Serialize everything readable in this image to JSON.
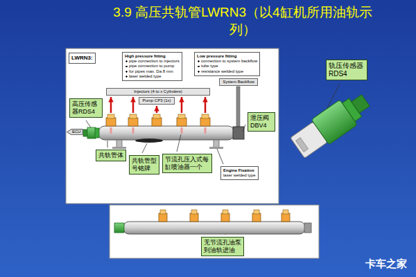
{
  "diagram": {
    "title": "3.9 高压共轨管LWRN3（以4缸机所用油轨示列）",
    "nodes": [
      {
        "text": [
          "LWRN3:"
        ]
      },
      {
        "text": [
          "High pressure fitting",
          "pipe connection to injectors",
          "pipe connection to pump",
          "for pipes max. Da 8 mm",
          "laser welded type"
        ]
      },
      {
        "text": [
          "Low pressure fitting",
          "connection to system backflow",
          "tube type",
          "resistance welded type"
        ]
      },
      {
        "text": [
          "System Backflow"
        ]
      },
      {
        "text": [
          "Injectors (4 to x Cylinders)"
        ]
      },
      {
        "text": [
          "Pump CP3 (1x)"
        ]
      },
      {
        "text": [
          "高压传感器RDS4"
        ]
      },
      {
        "text": [
          "泄压阀 DBV4"
        ]
      },
      {
        "text": [
          "ECU"
        ]
      },
      {
        "text": [
          "共轨管体"
        ]
      },
      {
        "text": [
          "共轨管型号铭牌"
        ]
      },
      {
        "text": [
          "节流孔压入式每缸喷油器一个"
        ]
      },
      {
        "text": [
          "Engine Fixation",
          "laser welded type"
        ]
      },
      {
        "text": [
          "轨压传感器RDS4"
        ]
      },
      {
        "text": [
          "无节流孔油泵到油轨进油"
        ]
      }
    ],
    "labels": [
      "卡车之家"
    ]
  }
}
